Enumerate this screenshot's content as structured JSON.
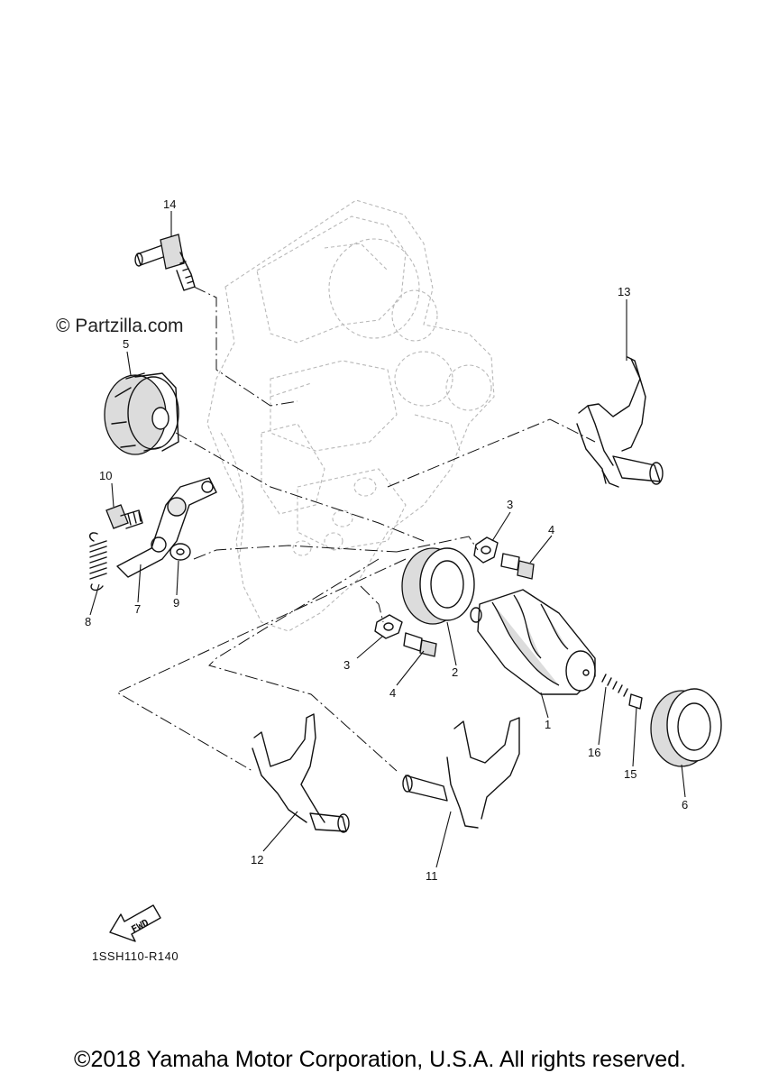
{
  "watermark": "© Partzilla.com",
  "diagram_code": "1SSH110-R140",
  "copyright": "©2018 Yamaha Motor Corporation, U.S.A. All rights reserved.",
  "fwd_label": "FWD",
  "callouts": {
    "c1": "1",
    "c2": "2",
    "c3a": "3",
    "c3b": "3",
    "c4a": "4",
    "c4b": "4",
    "c5": "5",
    "c6": "6",
    "c7": "7",
    "c8": "8",
    "c9": "9",
    "c10": "10",
    "c11": "11",
    "c12": "12",
    "c13": "13",
    "c14": "14",
    "c15": "15",
    "c16": "16"
  },
  "icons": {
    "fwd": "fwd-arrow-icon"
  }
}
